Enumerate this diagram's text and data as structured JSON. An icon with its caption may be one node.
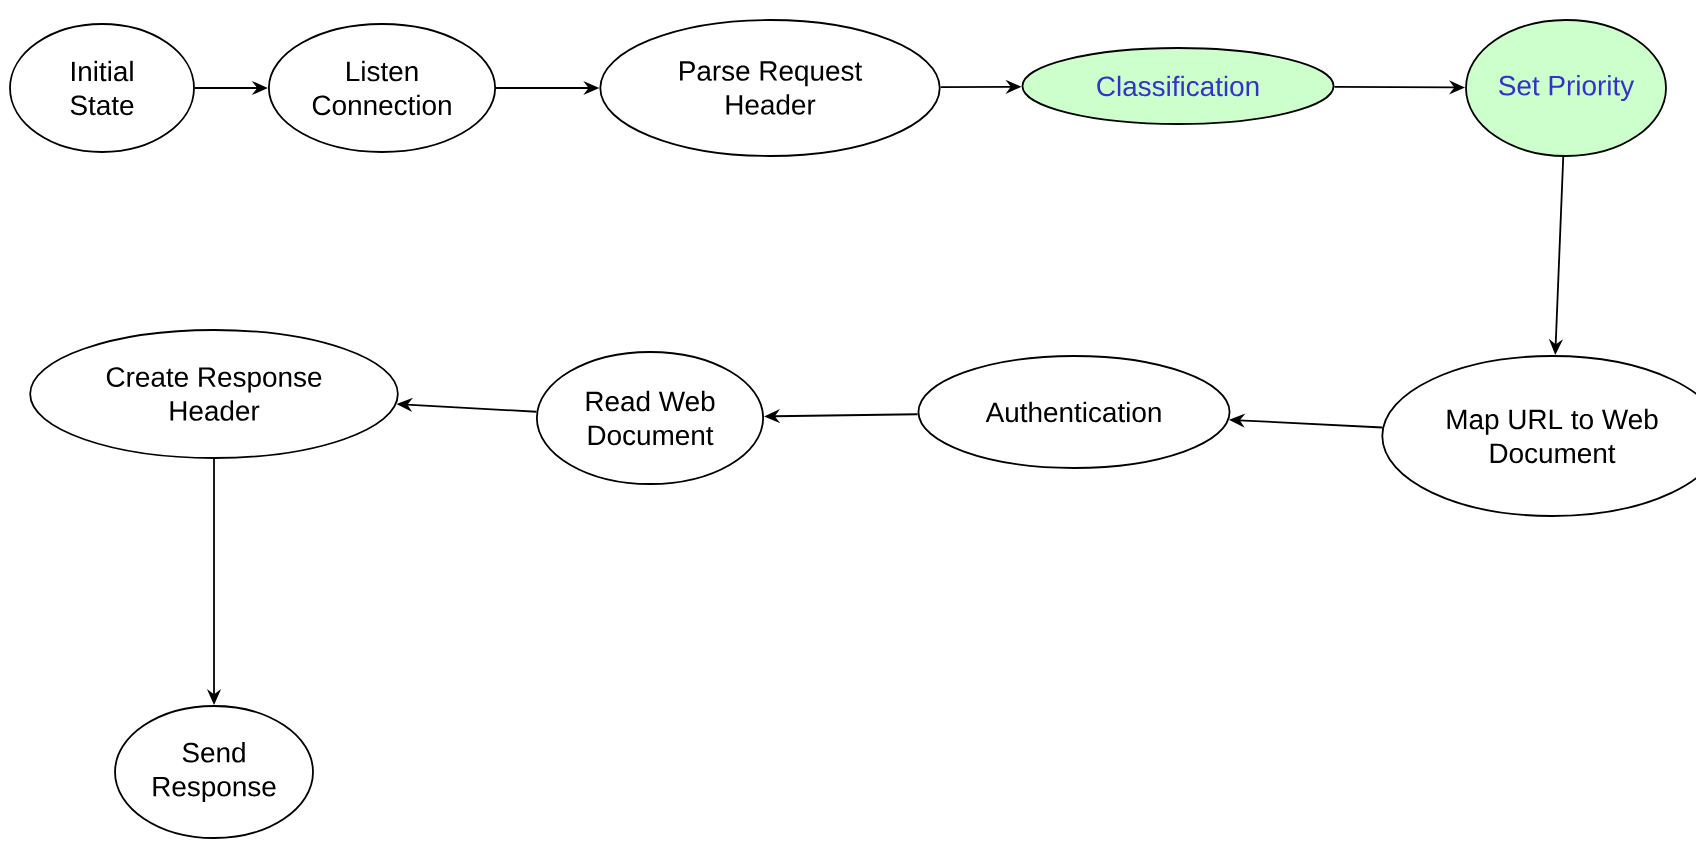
{
  "diagram": {
    "nodes": [
      {
        "text": [
          "Initial State"
        ]
      },
      {
        "text": [
          "Listen Connection"
        ]
      },
      {
        "text": [
          "Parse Request Header"
        ]
      },
      {
        "text": [
          "Classification"
        ]
      },
      {
        "text": [
          "Set Priority"
        ]
      },
      {
        "text": [
          "Map URL to Web Document"
        ]
      },
      {
        "text": [
          "Authentication"
        ]
      },
      {
        "text": [
          "Read Web Document"
        ]
      },
      {
        "text": [
          "Create Response Header"
        ]
      },
      {
        "text": [
          "Send Response"
        ]
      }
    ],
    "edges": [
      {
        "from": 0,
        "to": 1,
        "arrow": "to"
      },
      {
        "from": 1,
        "to": 2,
        "arrow": "to"
      },
      {
        "from": 2,
        "to": 3,
        "arrow": "to"
      },
      {
        "from": 3,
        "to": 4,
        "arrow": "to"
      },
      {
        "from": 4,
        "to": 5,
        "arrow": "to"
      },
      {
        "from": 5,
        "to": 6,
        "arrow": "to"
      },
      {
        "from": 6,
        "to": 7,
        "arrow": "to"
      },
      {
        "from": 7,
        "to": 8,
        "arrow": "to"
      },
      {
        "from": 8,
        "to": 9,
        "arrow": "to"
      }
    ]
  }
}
